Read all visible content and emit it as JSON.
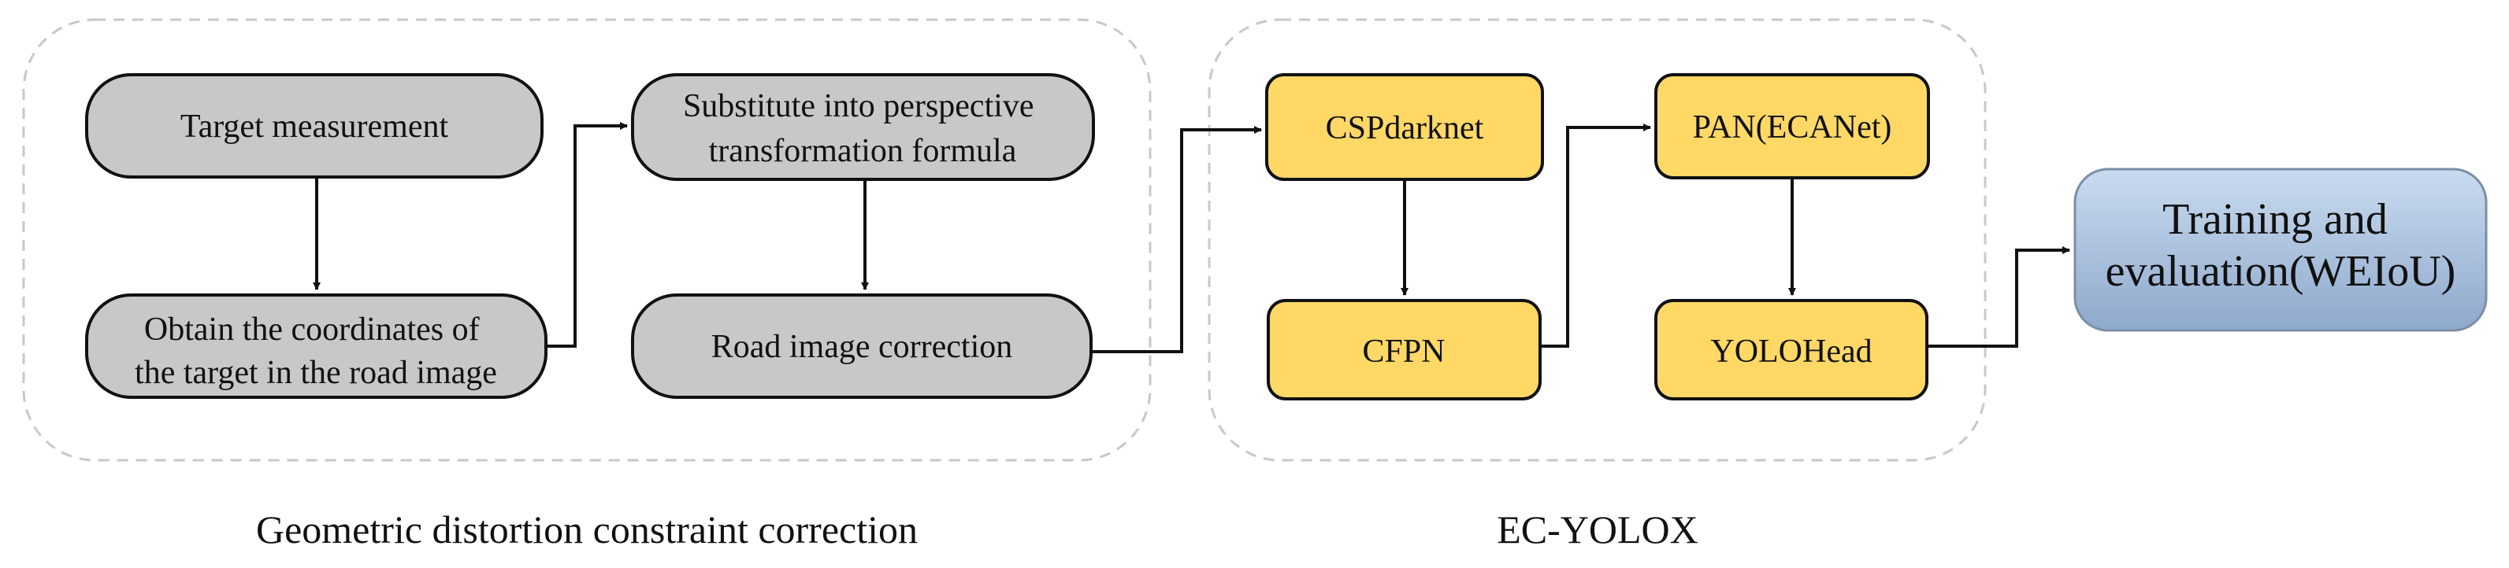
{
  "groups": {
    "geometric": {
      "caption": "Geometric distortion constraint correction",
      "nodes": {
        "target_measurement": {
          "lines": [
            "Target measurement"
          ]
        },
        "obtain_coordinates": {
          "lines": [
            "Obtain the coordinates of",
            "the target in the road image"
          ]
        },
        "substitute": {
          "lines": [
            "Substitute into perspective",
            "transformation formula"
          ]
        },
        "road_correction": {
          "lines": [
            "Road image correction"
          ]
        }
      }
    },
    "ec_yolox": {
      "caption": "EC-YOLOX",
      "nodes": {
        "cspdarknet": {
          "lines": [
            "CSPdarknet"
          ]
        },
        "cfpn": {
          "lines": [
            "CFPN"
          ]
        },
        "pan": {
          "lines": [
            "PAN(ECANet)"
          ]
        },
        "yolohead": {
          "lines": [
            "YOLOHead"
          ]
        }
      }
    }
  },
  "final": {
    "lines": [
      "Training and",
      "evaluation(WEIoU)"
    ]
  },
  "colors": {
    "gray_node": "#c8c8c8",
    "yellow_node": "#ffd866",
    "blue_node_top": "#c9dbef",
    "blue_node_bottom": "#8fa9cc",
    "stroke": "#111111",
    "dashed_group": "#c8c8c8"
  }
}
